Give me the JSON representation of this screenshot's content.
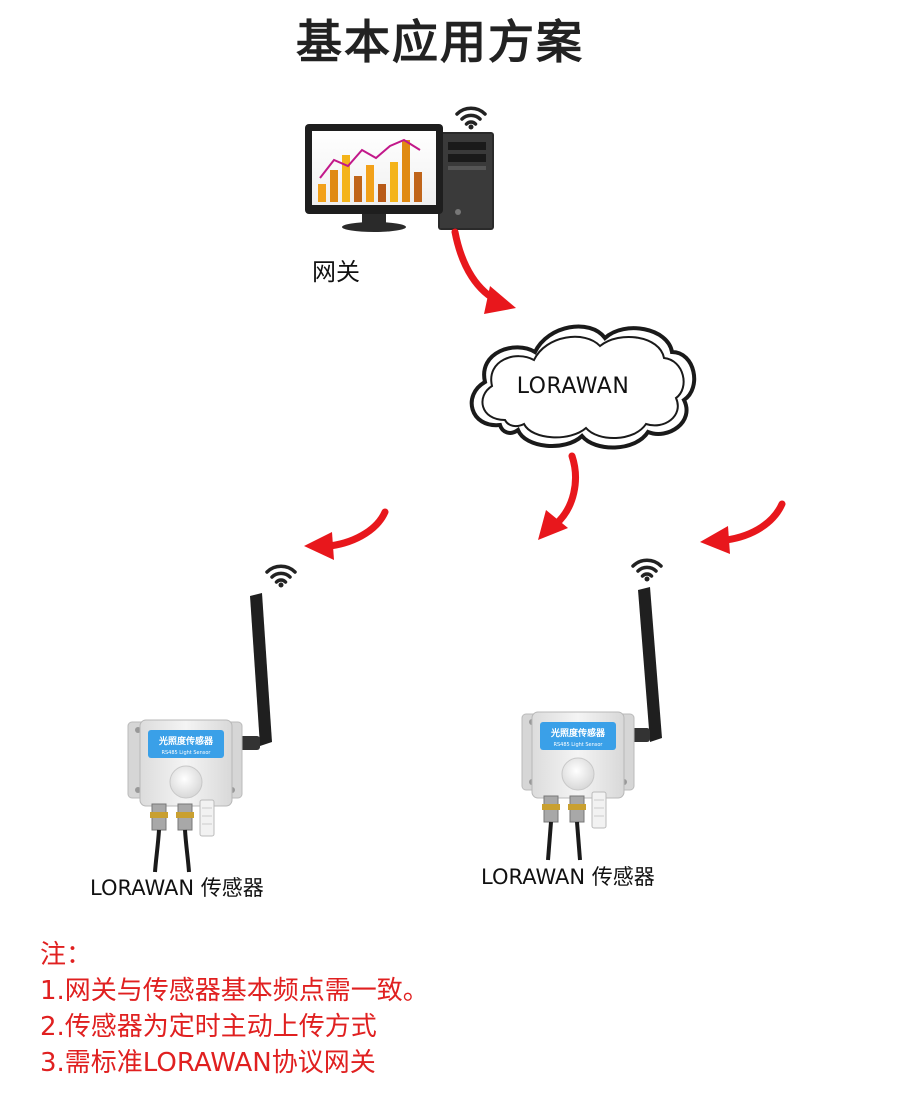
{
  "title": "基本应用方案",
  "gateway": {
    "label": "网关",
    "icon": "desktop-computer-icon"
  },
  "cloud": {
    "label": "LORAWAN"
  },
  "sensors": [
    {
      "label": "LORAWAN 传感器",
      "panel_text": "光照度传感器",
      "panel_subtext": "RS485 Light Sensor"
    },
    {
      "label": "LORAWAN 传感器",
      "panel_text": "光照度传感器",
      "panel_subtext": "RS485 Light Sensor"
    }
  ],
  "notes": {
    "heading": "注：",
    "items": [
      "1.网关与传感器基本频点需一致。",
      "2.传感器为定时主动上传方式",
      "3.需标准LORAWAN协议网关"
    ]
  },
  "colors": {
    "arrow": "#e8171c",
    "notes": "#e02020",
    "panel_blue": "#3aa0e8"
  }
}
